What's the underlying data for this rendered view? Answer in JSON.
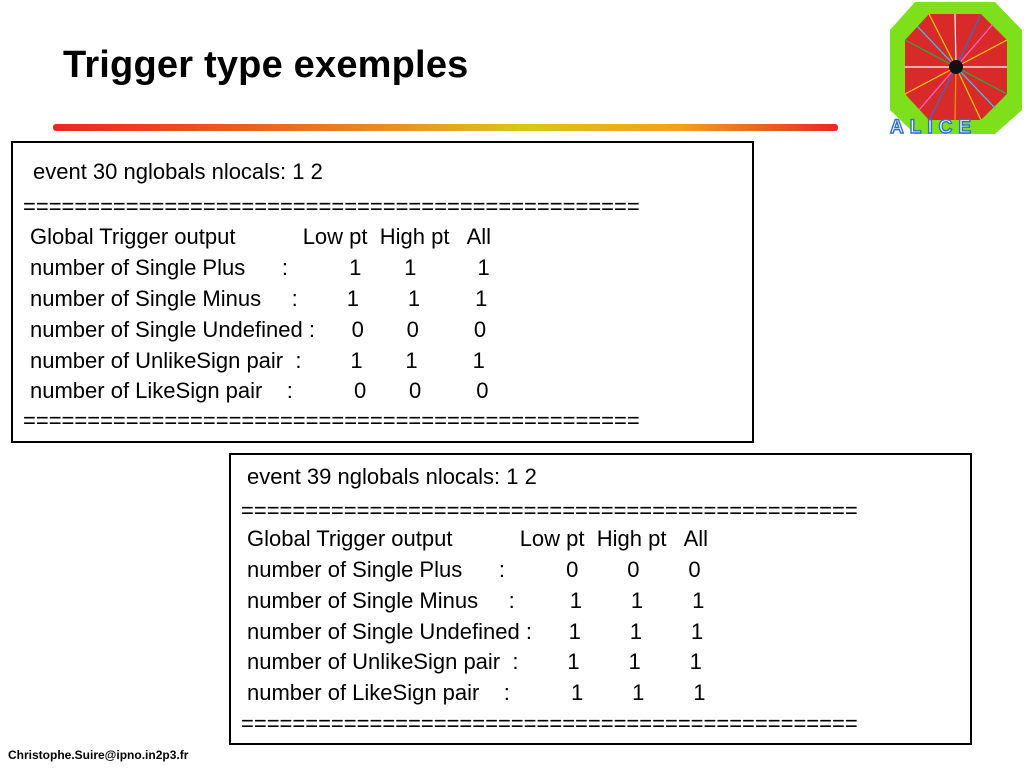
{
  "slide": {
    "title": "Trigger type exemples",
    "footer": "Christophe.Suire@ipno.in2p3.fr",
    "logo_text": "ALICE"
  },
  "box1": {
    "event": "event 30 nglobals nlocals: 1 2",
    "separator": "================================================",
    "header": "Global Trigger output           Low pt  High pt   All",
    "rows": [
      "number of Single Plus      :          1       1          1",
      "number of Single Minus     :        1        1         1",
      "number of Single Undefined :      0       0         0",
      "number of UnlikeSign pair  :        1       1         1",
      "number of LikeSign pair    :          0       0         0"
    ]
  },
  "box2": {
    "event": "event 39 nglobals nlocals: 1 2",
    "separator": "================================================",
    "header": "Global Trigger output           Low pt  High pt   All",
    "rows": [
      "number of Single Plus      :          0        0        0",
      "number of Single Minus     :         1        1        1",
      "number of Single Undefined :      1        1        1",
      "number of UnlikeSign pair  :        1        1        1",
      "number of LikeSign pair    :          1        1        1"
    ]
  },
  "colors": {
    "logo_background": "#7ee01a",
    "logo_octagon": "#e8262a",
    "logo_text_stroke": "#2f6fd1",
    "rule_start": "#e8262a",
    "rule_mid": "#d9c61d"
  }
}
